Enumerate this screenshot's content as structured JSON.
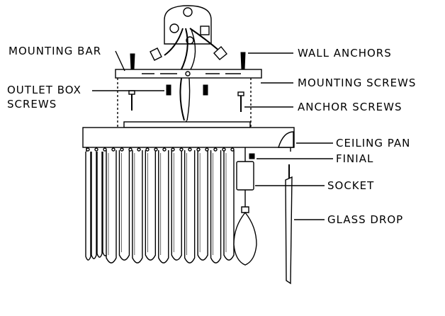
{
  "diagram": {
    "labels": {
      "mounting_bar": "MOUNTING BAR",
      "outlet_box_screws_line1": "OUTLET BOX",
      "outlet_box_screws_line2": "SCREWS",
      "wall_anchors": "WALL ANCHORS",
      "mounting_screws": "MOUNTING SCREWS",
      "anchor_screws": "ANCHOR SCREWS",
      "ceiling_pan": "CEILING PAN",
      "finial": "FINIAL",
      "socket": "SOCKET",
      "glass_drop": "GLASS DROP"
    },
    "glass_drop_count": 14
  }
}
